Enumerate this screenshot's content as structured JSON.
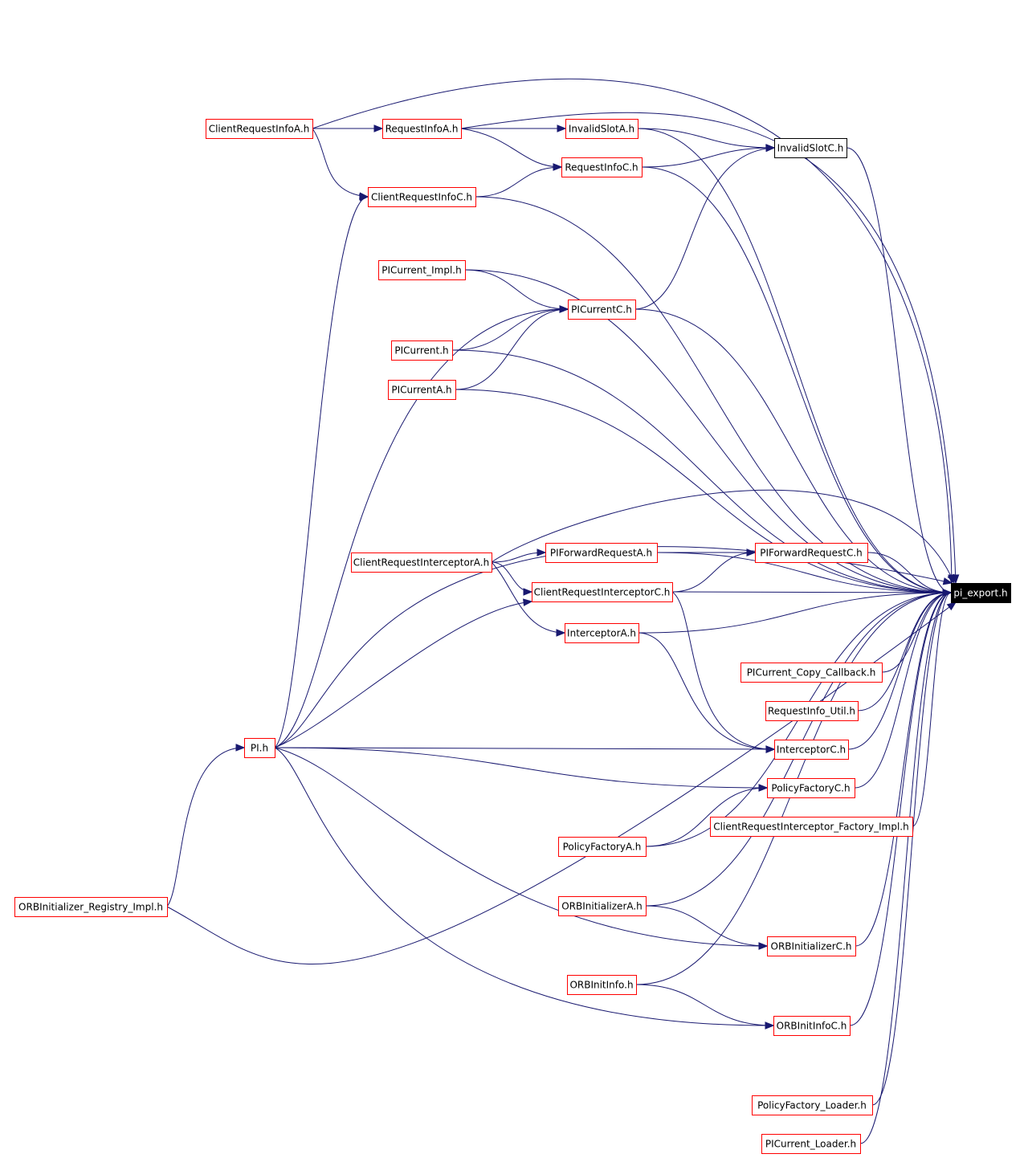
{
  "diagram": {
    "nodes": [
      {
        "id": "ClientRequestInfoA",
        "label": "ClientRequestInfoA.h",
        "style": "red"
      },
      {
        "id": "RequestInfoA",
        "label": "RequestInfoA.h",
        "style": "red"
      },
      {
        "id": "InvalidSlotA",
        "label": "InvalidSlotA.h",
        "style": "red"
      },
      {
        "id": "InvalidSlotC",
        "label": "InvalidSlotC.h",
        "style": "black"
      },
      {
        "id": "RequestInfoC",
        "label": "RequestInfoC.h",
        "style": "red"
      },
      {
        "id": "ClientRequestInfoC",
        "label": "ClientRequestInfoC.h",
        "style": "red"
      },
      {
        "id": "PICurrent_Impl",
        "label": "PICurrent_Impl.h",
        "style": "red"
      },
      {
        "id": "PICurrentC",
        "label": "PICurrentC.h",
        "style": "red"
      },
      {
        "id": "PICurrent",
        "label": "PICurrent.h",
        "style": "red"
      },
      {
        "id": "PICurrentA",
        "label": "PICurrentA.h",
        "style": "red"
      },
      {
        "id": "ClientRequestInterceptorA",
        "label": "ClientRequestInterceptorA.h",
        "style": "red"
      },
      {
        "id": "PIForwardRequestA",
        "label": "PIForwardRequestA.h",
        "style": "red"
      },
      {
        "id": "PIForwardRequestC",
        "label": "PIForwardRequestC.h",
        "style": "red"
      },
      {
        "id": "ClientRequestInterceptorC",
        "label": "ClientRequestInterceptorC.h",
        "style": "red"
      },
      {
        "id": "pi_export",
        "label": "pi_export.h",
        "style": "target"
      },
      {
        "id": "InterceptorA",
        "label": "InterceptorA.h",
        "style": "red"
      },
      {
        "id": "PICurrent_Copy_Callback",
        "label": "PICurrent_Copy_Callback.h",
        "style": "red"
      },
      {
        "id": "RequestInfo_Util",
        "label": "RequestInfo_Util.h",
        "style": "red"
      },
      {
        "id": "PI",
        "label": "PI.h",
        "style": "red"
      },
      {
        "id": "InterceptorC",
        "label": "InterceptorC.h",
        "style": "red"
      },
      {
        "id": "PolicyFactoryC",
        "label": "PolicyFactoryC.h",
        "style": "red"
      },
      {
        "id": "ClientRequestInterceptor_Factory_Impl",
        "label": "ClientRequestInterceptor_Factory_Impl.h",
        "style": "red"
      },
      {
        "id": "PolicyFactoryA",
        "label": "PolicyFactoryA.h",
        "style": "red"
      },
      {
        "id": "ORBInitializer_Registry_Impl",
        "label": "ORBInitializer_Registry_Impl.h",
        "style": "red"
      },
      {
        "id": "ORBInitializerA",
        "label": "ORBInitializerA.h",
        "style": "red"
      },
      {
        "id": "ORBInitializerC",
        "label": "ORBInitializerC.h",
        "style": "red"
      },
      {
        "id": "ORBInitInfo",
        "label": "ORBInitInfo.h",
        "style": "red"
      },
      {
        "id": "ORBInitInfoC",
        "label": "ORBInitInfoC.h",
        "style": "red"
      },
      {
        "id": "PolicyFactory_Loader",
        "label": "PolicyFactory_Loader.h",
        "style": "red"
      },
      {
        "id": "PICurrent_Loader",
        "label": "PICurrent_Loader.h",
        "style": "red"
      }
    ],
    "edges": [
      [
        "ClientRequestInfoA",
        "RequestInfoA"
      ],
      [
        "ClientRequestInfoA",
        "ClientRequestInfoC"
      ],
      [
        "ClientRequestInfoA",
        "pi_export"
      ],
      [
        "RequestInfoA",
        "InvalidSlotA"
      ],
      [
        "RequestInfoA",
        "RequestInfoC"
      ],
      [
        "RequestInfoA",
        "pi_export"
      ],
      [
        "InvalidSlotA",
        "InvalidSlotC"
      ],
      [
        "InvalidSlotA",
        "pi_export"
      ],
      [
        "InvalidSlotC",
        "pi_export"
      ],
      [
        "RequestInfoC",
        "InvalidSlotC"
      ],
      [
        "RequestInfoC",
        "pi_export"
      ],
      [
        "ClientRequestInfoC",
        "RequestInfoC"
      ],
      [
        "ClientRequestInfoC",
        "pi_export"
      ],
      [
        "PICurrent_Impl",
        "PICurrentC"
      ],
      [
        "PICurrent_Impl",
        "pi_export"
      ],
      [
        "PICurrentC",
        "InvalidSlotC"
      ],
      [
        "PICurrentC",
        "pi_export"
      ],
      [
        "PICurrent",
        "PICurrentC"
      ],
      [
        "PICurrent",
        "pi_export"
      ],
      [
        "PICurrentA",
        "PICurrentC"
      ],
      [
        "PICurrentA",
        "pi_export"
      ],
      [
        "ClientRequestInterceptorA",
        "PIForwardRequestA"
      ],
      [
        "ClientRequestInterceptorA",
        "ClientRequestInterceptorC"
      ],
      [
        "ClientRequestInterceptorA",
        "InterceptorA"
      ],
      [
        "ClientRequestInterceptorA",
        "pi_export"
      ],
      [
        "PIForwardRequestA",
        "PIForwardRequestC"
      ],
      [
        "PIForwardRequestA",
        "pi_export"
      ],
      [
        "PIForwardRequestC",
        "pi_export"
      ],
      [
        "ClientRequestInterceptorC",
        "PIForwardRequestC"
      ],
      [
        "ClientRequestInterceptorC",
        "pi_export"
      ],
      [
        "ClientRequestInterceptorC",
        "InterceptorC"
      ],
      [
        "InterceptorA",
        "InterceptorC"
      ],
      [
        "InterceptorA",
        "pi_export"
      ],
      [
        "PICurrent_Copy_Callback",
        "pi_export"
      ],
      [
        "RequestInfo_Util",
        "pi_export"
      ],
      [
        "PI",
        "ClientRequestInfoC"
      ],
      [
        "PI",
        "PICurrentC"
      ],
      [
        "PI",
        "ClientRequestInterceptorC"
      ],
      [
        "PI",
        "InterceptorC"
      ],
      [
        "PI",
        "PolicyFactoryC"
      ],
      [
        "PI",
        "ORBInitializerC"
      ],
      [
        "PI",
        "ORBInitInfoC"
      ],
      [
        "PI",
        "pi_export"
      ],
      [
        "InterceptorC",
        "pi_export"
      ],
      [
        "PolicyFactoryC",
        "pi_export"
      ],
      [
        "ClientRequestInterceptor_Factory_Impl",
        "pi_export"
      ],
      [
        "PolicyFactoryA",
        "PolicyFactoryC"
      ],
      [
        "PolicyFactoryA",
        "pi_export"
      ],
      [
        "ORBInitializer_Registry_Impl",
        "PI"
      ],
      [
        "ORBInitializer_Registry_Impl",
        "pi_export"
      ],
      [
        "ORBInitializerA",
        "ORBInitializerC"
      ],
      [
        "ORBInitializerA",
        "pi_export"
      ],
      [
        "ORBInitializerC",
        "pi_export"
      ],
      [
        "ORBInitInfo",
        "ORBInitInfoC"
      ],
      [
        "ORBInitInfo",
        "pi_export"
      ],
      [
        "ORBInitInfoC",
        "pi_export"
      ],
      [
        "PolicyFactory_Loader",
        "pi_export"
      ],
      [
        "PICurrent_Loader",
        "pi_export"
      ]
    ],
    "colors": {
      "edge": "#191970",
      "node_border": "#ff0000",
      "highlight_fill": "#000000"
    }
  }
}
